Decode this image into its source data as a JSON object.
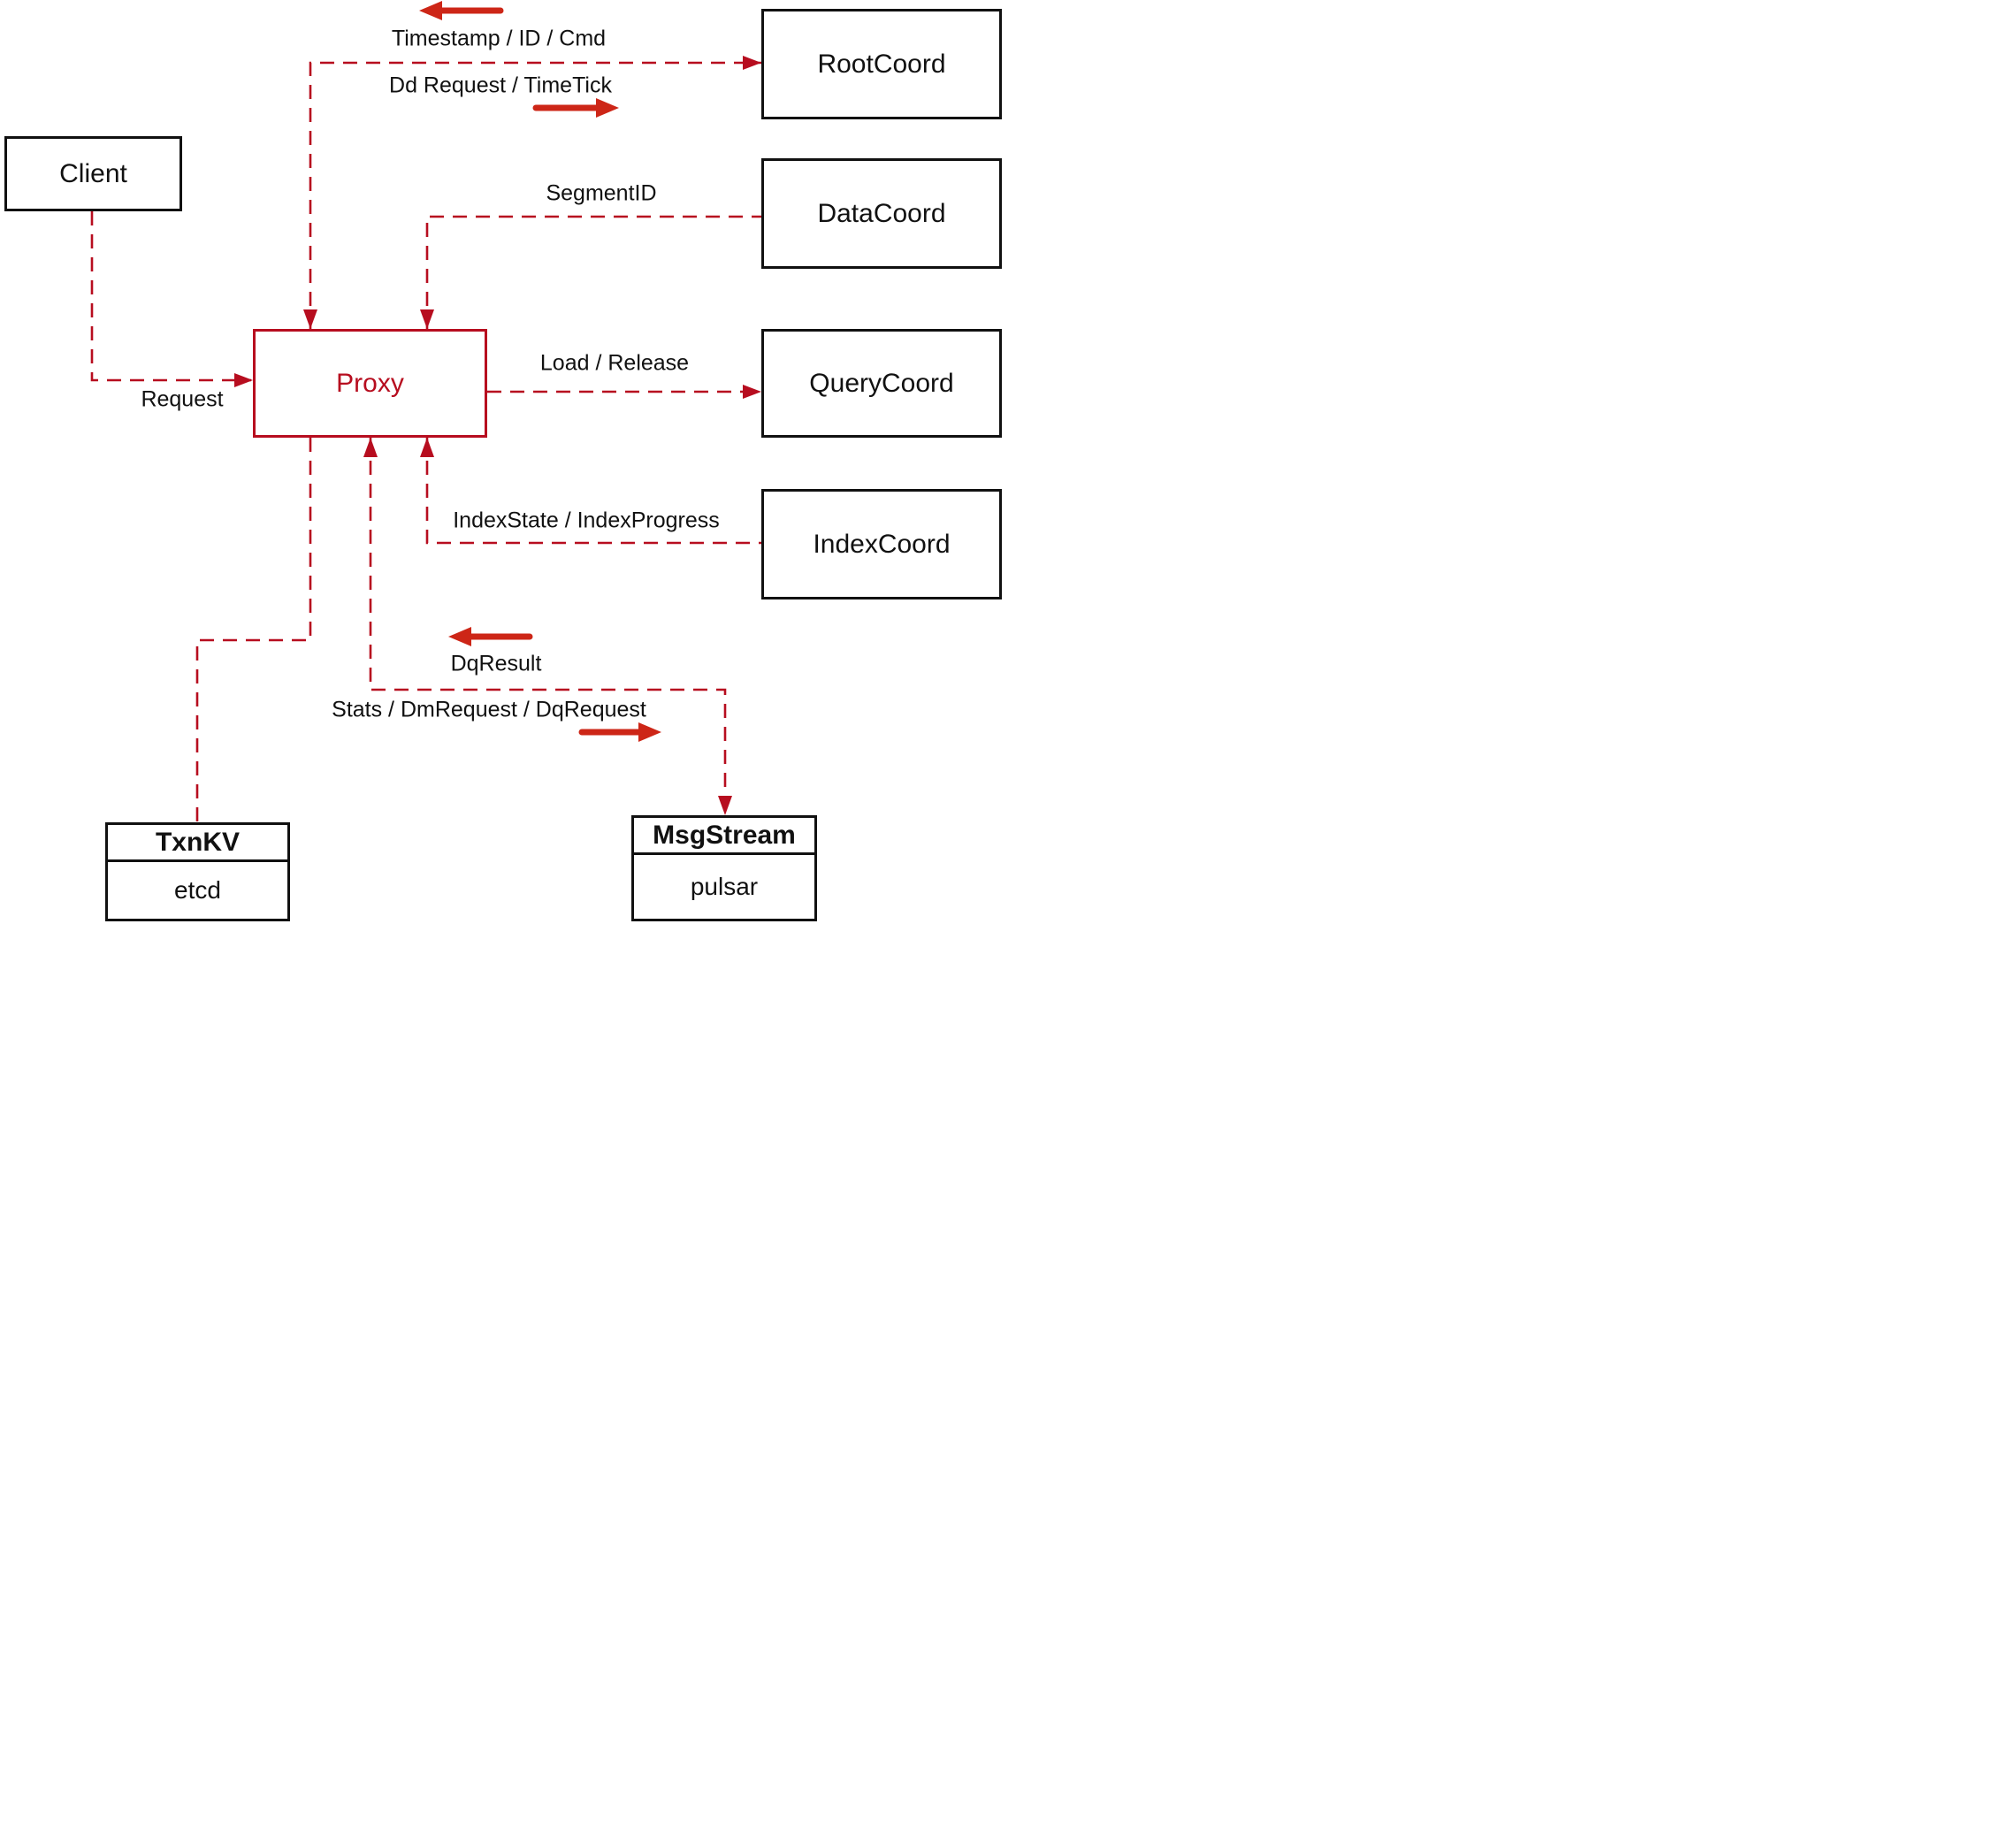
{
  "colors": {
    "connector_red": "#b70d1f",
    "arrow_red": "#cd2617",
    "box_border": "#111111",
    "text_black": "#111111",
    "proxy_red": "#b70d1f",
    "background": "#ffffff"
  },
  "nodes": {
    "client": {
      "label": "Client"
    },
    "proxy": {
      "label": "Proxy"
    },
    "root_coord": {
      "label": "RootCoord"
    },
    "data_coord": {
      "label": "DataCoord"
    },
    "query_coord": {
      "label": "QueryCoord"
    },
    "index_coord": {
      "label": "IndexCoord"
    },
    "txn_kv": {
      "title": "TxnKV",
      "subtitle": "etcd"
    },
    "msg_stream": {
      "title": "MsgStream",
      "subtitle": "pulsar"
    }
  },
  "edges": {
    "proxy_rootcoord": {
      "to_proxy_label": "Timestamp / ID / Cmd",
      "to_root_label": "Dd Request / TimeTick"
    },
    "datacoord_proxy": {
      "label": "SegmentID"
    },
    "client_proxy": {
      "label": "Request"
    },
    "proxy_querycoord": {
      "label": "Load / Release"
    },
    "indexcoord_proxy": {
      "label": "IndexState / IndexProgress"
    },
    "proxy_msgstream": {
      "to_proxy_label": "DqResult",
      "to_msgstream_label": "Stats / DmRequest / DqRequest"
    }
  }
}
